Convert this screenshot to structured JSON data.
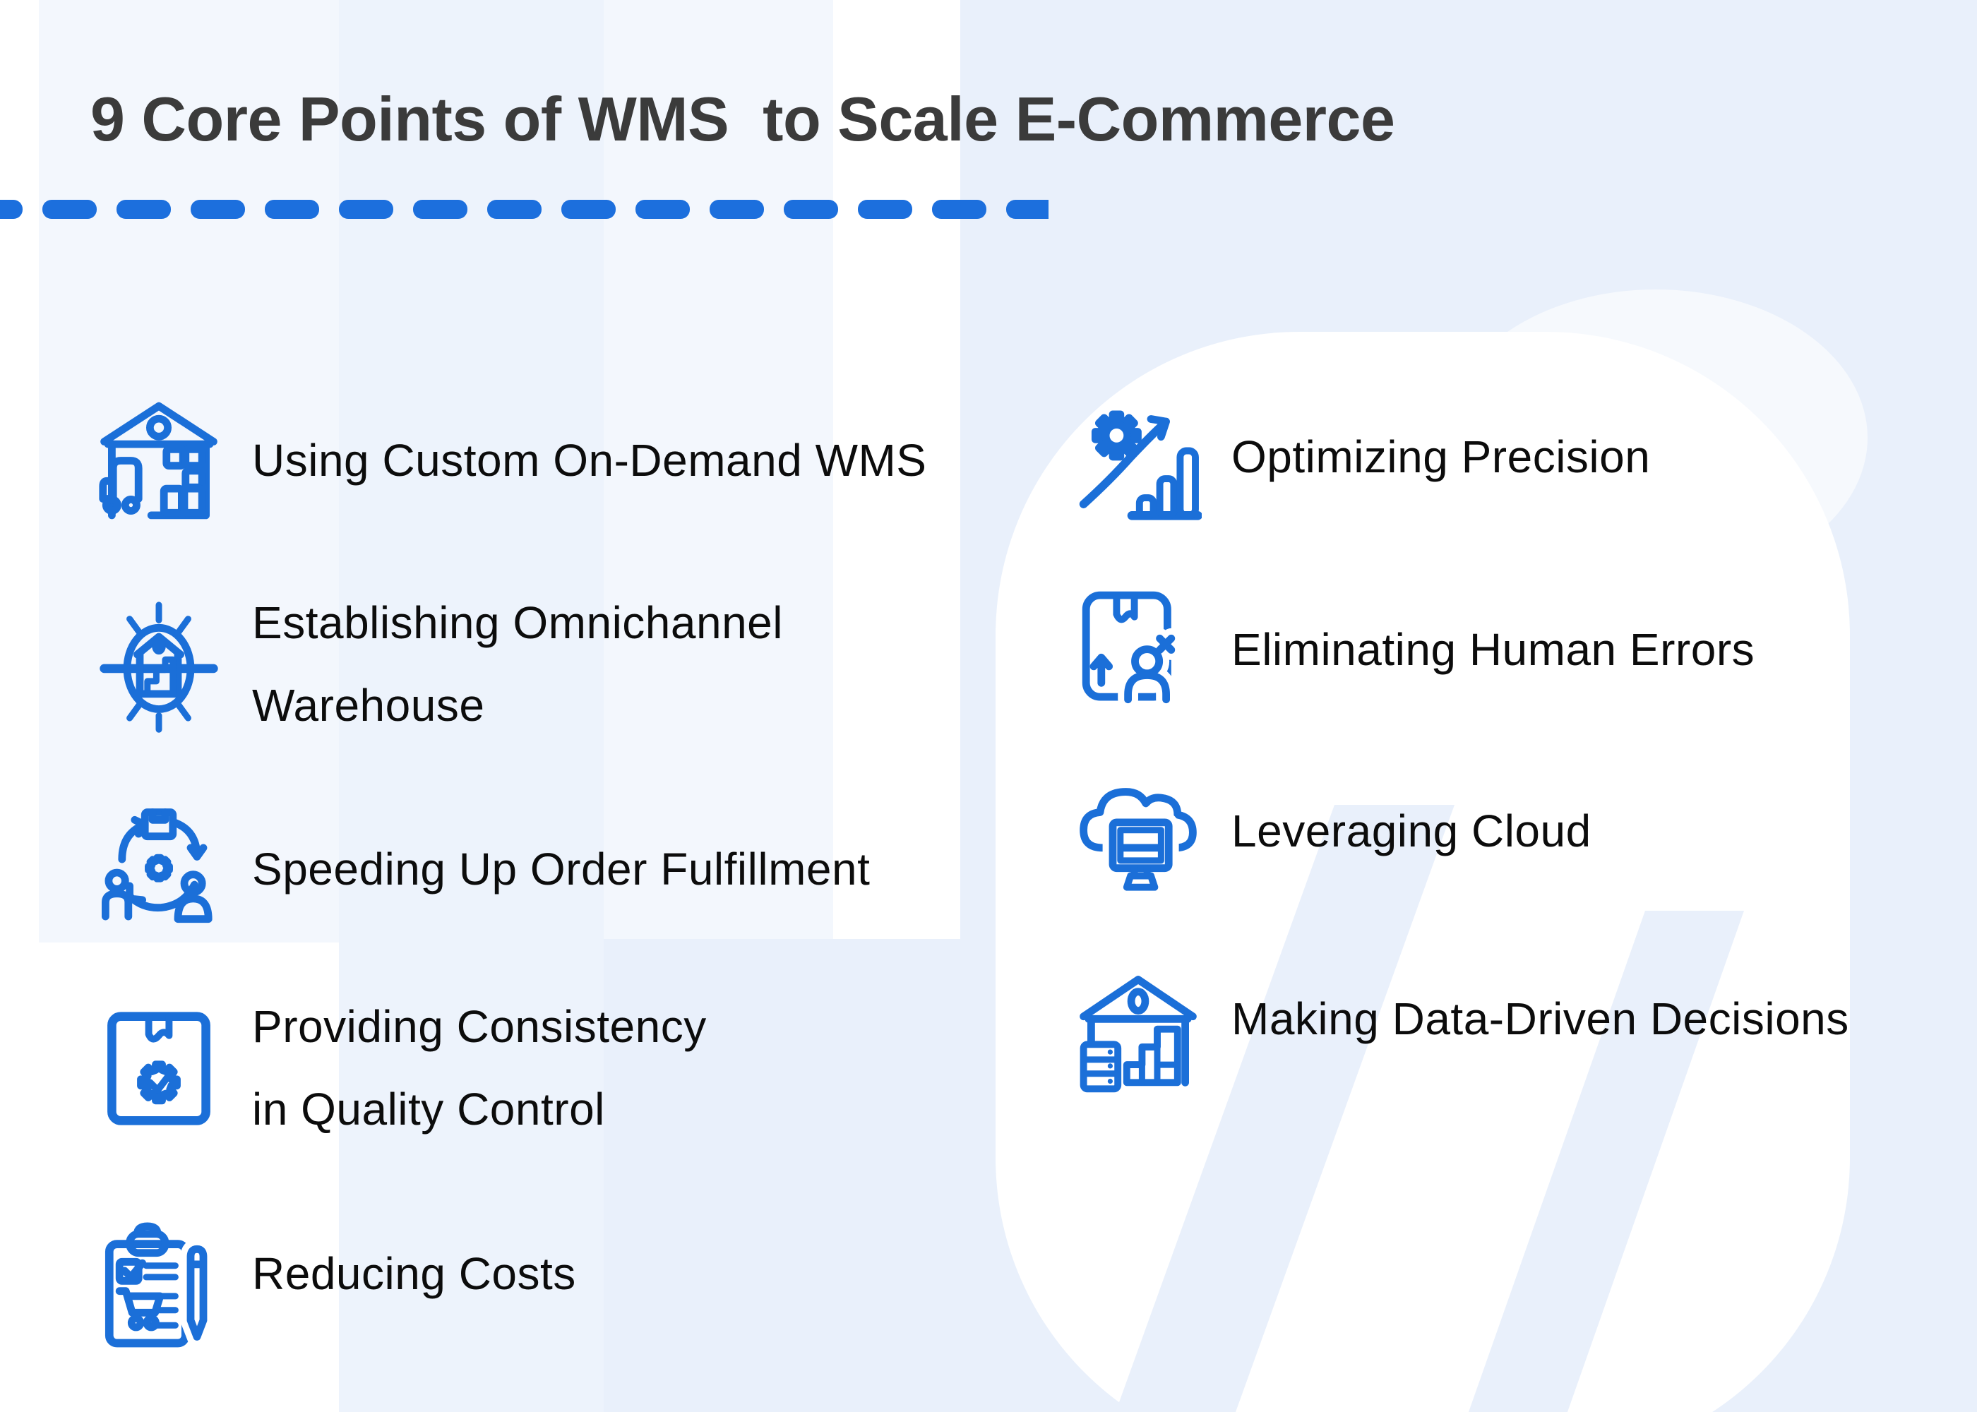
{
  "title": "9 Core Points of WMS  to Scale E-Commerce",
  "divider": {
    "style": "dashed-line",
    "dash_count": 15
  },
  "colors": {
    "icon_blue": "#1b6fd8",
    "dash_blue": "#1c6fdd",
    "title_gray": "#3b3b3b",
    "text_black": "#0c0c0c",
    "bg_tint_light": "#f3f7fd",
    "bg_tint_medium": "#edf3fc",
    "bg_tint_deep": "#e9f0fb"
  },
  "columns": {
    "left": [
      {
        "icon": "warehouse-truck-icon",
        "label": "Using Custom On-Demand WMS"
      },
      {
        "icon": "omnichannel-globe-icon",
        "label": "Establishing Omnichannel\nWarehouse"
      },
      {
        "icon": "order-fulfillment-cycle-icon",
        "label": "Speeding Up Order Fulfillment"
      },
      {
        "icon": "quality-package-gear-icon",
        "label": "Providing Consistency\n in Quality Control"
      },
      {
        "icon": "clipboard-pen-icon",
        "label": "Reducing Costs"
      }
    ],
    "right": [
      {
        "icon": "gear-growth-chart-icon",
        "label": "Optimizing Precision"
      },
      {
        "icon": "package-person-error-icon",
        "label": "Eliminating Human Errors"
      },
      {
        "icon": "cloud-monitor-icon",
        "label": "Leveraging Cloud"
      },
      {
        "icon": "warehouse-analytics-icon",
        "label": "Making Data-Driven Decisions"
      }
    ]
  }
}
